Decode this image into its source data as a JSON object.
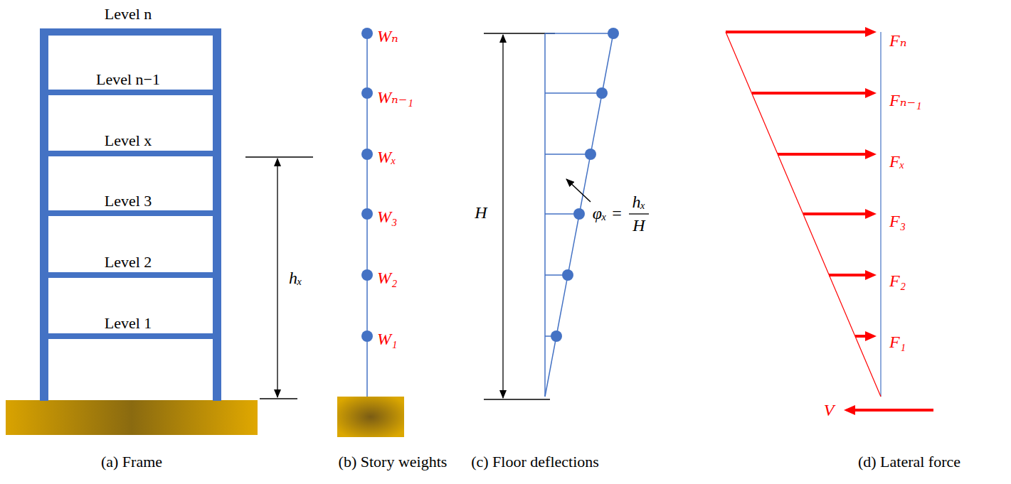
{
  "diagram": {
    "labels": [
      "Level n",
      "Level n−1",
      "Level x",
      "Level 3",
      "Level 2",
      "Level 1",
      "hₓ",
      "Wₙ",
      "Wₙ₋₁",
      "Wₓ",
      "W₃",
      "W₂",
      "W₁",
      "H",
      "φₓ =",
      "hₓ",
      "H",
      "Fₙ",
      "Fₙ₋₁",
      "Fₓ",
      "F₃",
      "F₂",
      "F₁",
      "V",
      "(a) Frame",
      "(b) Story weights",
      "(c) Floor deflections",
      "(d) Lateral force"
    ]
  }
}
